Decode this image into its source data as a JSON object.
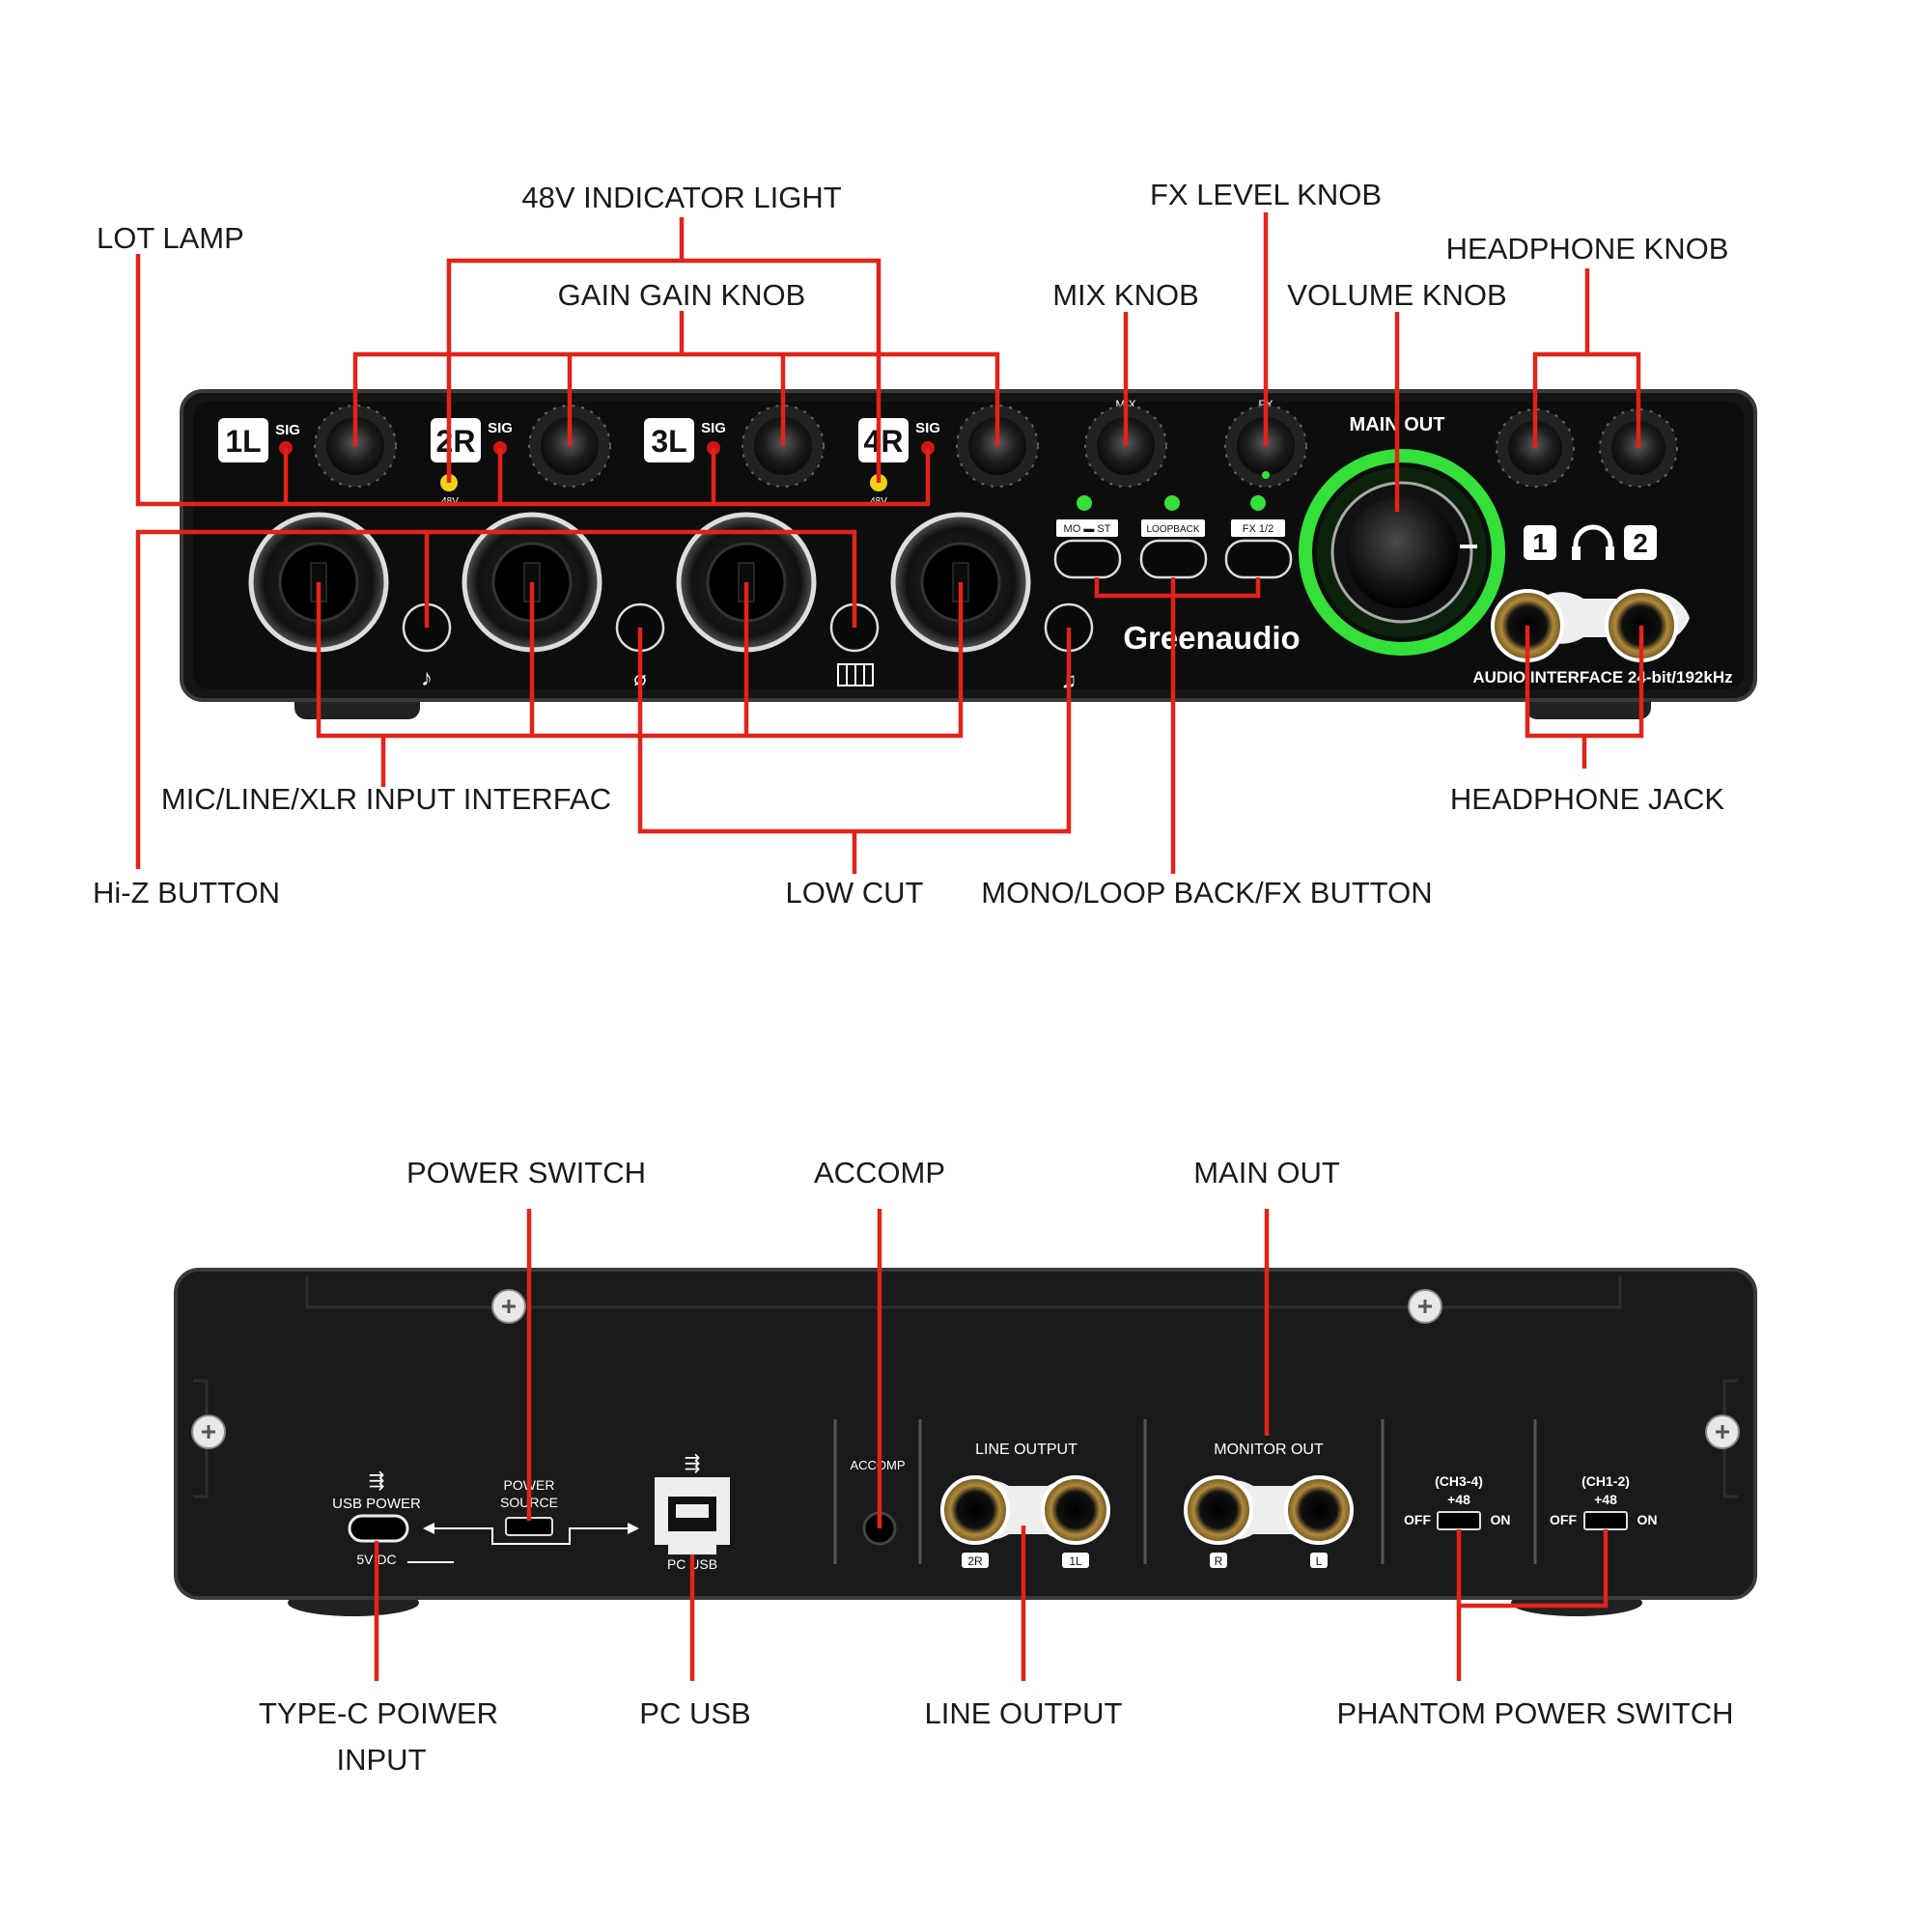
{
  "front_labels": {
    "slot_lamp": "LOT LAMP",
    "indicator_48v": "48V INDICATOR LIGHT",
    "gain_knob": "GAIN GAIN KNOB",
    "fx_level_knob": "FX LEVEL KNOB",
    "mix_knob": "MIX KNOB",
    "volume_knob": "VOLUME KNOB",
    "headphone_knob": "HEADPHONE KNOB",
    "mic_input": "MIC/LINE/XLR INPUT INTERFAC",
    "hiz_button": "Hi-Z BUTTON",
    "low_cut": "LOW CUT",
    "mono_loop_fx": "MONO/LOOP BACK/FX BUTTON",
    "headphone_jack": "HEADPHONE JACK"
  },
  "front_device": {
    "channels": [
      {
        "label": "1L",
        "sig": "SIG"
      },
      {
        "label": "2R",
        "sig": "SIG",
        "led48": "48V"
      },
      {
        "label": "3L",
        "sig": "SIG"
      },
      {
        "label": "4R",
        "sig": "SIG",
        "led48": "48V"
      }
    ],
    "mix_label": "MIX",
    "fx_label": "FX",
    "button_mono": "MO ▬ ST",
    "button_loopback": "LOOPBACK",
    "button_fx": "FX 1/2",
    "main_out": "MAIN OUT",
    "brand": "Greenaudio",
    "interface_text": "AUDIO INTERFACE 24-bit/192kHz",
    "hp_1": "1",
    "hp_2": "2"
  },
  "rear_labels": {
    "power_switch": "POWER SWITCH",
    "accomp": "ACCOMP",
    "main_out": "MAIN OUT",
    "typec_line1": "TYPE-C POIWER",
    "typec_line2": "INPUT",
    "pc_usb": "PC USB",
    "line_output": "LINE OUTPUT",
    "phantom": "PHANTOM POWER SWITCH"
  },
  "rear_device": {
    "usb_power": "USB POWER",
    "dc": "5V DC",
    "power_source_1": "POWER",
    "power_source_2": "SOURCE",
    "pc_usb": "PC USB",
    "accomp": "ACCOMP",
    "line_output": "LINE OUTPUT",
    "line_2r": "2R",
    "line_1l": "1L",
    "monitor_out": "MONITOR OUT",
    "mon_r": "R",
    "mon_l": "L",
    "ch34": "(CH3-4)",
    "ch12": "(CH1-2)",
    "plus48_a": "+48",
    "plus48_b": "+48",
    "off_a": "OFF",
    "on_a": "ON",
    "off_b": "OFF",
    "on_b": "ON"
  },
  "colors": {
    "leader": "#e2231a",
    "device": "#151515",
    "accent_green": "#35e03a",
    "signal_led": "#d41515",
    "led_48v": "#f2d21a"
  }
}
